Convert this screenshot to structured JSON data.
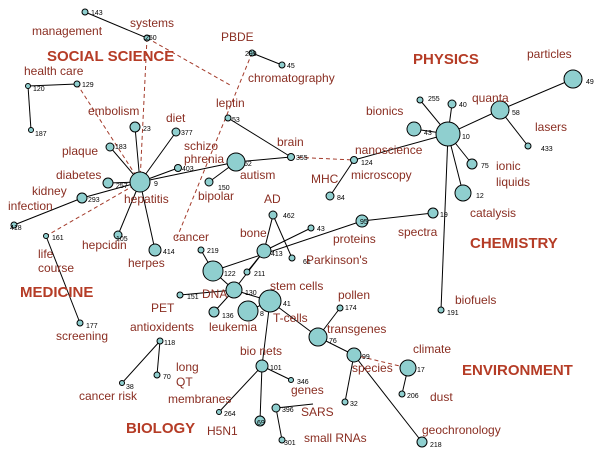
{
  "categories": {
    "social_science": "SOCIAL SCIENCE",
    "physics": "PHYSICS",
    "chemistry": "CHEMISTRY",
    "medicine": "MEDICINE",
    "environment": "ENVIRONMENT",
    "biology": "BIOLOGY"
  },
  "terms": {
    "management": "management",
    "systems": "systems",
    "pbde": "PBDE",
    "chromatography": "chromatography",
    "health_care": "health care",
    "embolism": "embolism",
    "diet": "diet",
    "leptin": "leptin",
    "brain": "brain",
    "schizo": "schizo",
    "phrenia": "phrenia",
    "autism": "autism",
    "bipolar": "bipolar",
    "plaque": "plaque",
    "diabetes": "diabetes",
    "kidney": "kidney",
    "infection": "infection",
    "hepatitis": "hepatitis",
    "hepcidin": "hepcidin",
    "herpes": "herpes",
    "life": "life",
    "course": "course",
    "mhc": "MHC",
    "microscopy": "microscopy",
    "nanoscience": "nanoscience",
    "bionics": "bionics",
    "quanta": "quanta",
    "particles": "particles",
    "lasers": "lasers",
    "ionic": "ionic",
    "liquids": "liquids",
    "catalysis": "catalysis",
    "spectra": "spectra",
    "proteins": "proteins",
    "ad": "AD",
    "bone": "bone",
    "cancer": "cancer",
    "parkinsons": "Parkinson's",
    "pet": "PET",
    "dna": "DNA",
    "stem_cells": "stem cells",
    "t_cells": "T-cells",
    "leukemia": "leukemia",
    "antioxidents": "antioxidents",
    "screening": "screening",
    "pollen": "pollen",
    "transgenes": "transgenes",
    "climate": "climate",
    "species": "species",
    "dust": "dust",
    "biofuels": "biofuels",
    "long": "long",
    "qt": "QT",
    "bio_nets": "bio nets",
    "genes": "genes",
    "membranes": "membranes",
    "sars": "SARS",
    "h5n1": "H5N1",
    "small_rnas": "small RNAs",
    "cancer_risk": "cancer risk",
    "geochronology": "geochronology"
  },
  "node_ids": {
    "n143": "143",
    "n250": "250",
    "n299": "299",
    "n45": "45",
    "n120": "120",
    "n129": "129",
    "n187": "187",
    "n23": "23",
    "n377": "377",
    "n53": "53",
    "n355": "355",
    "n62": "62",
    "n150": "150",
    "n403": "403",
    "n183": "183",
    "n257": "257",
    "n9": "9",
    "n293": "293",
    "n418": "418",
    "n105": "105",
    "n414": "414",
    "n161": "161",
    "n177": "177",
    "n124": "124",
    "n84": "84",
    "n255": "255",
    "n40": "40",
    "n43a": "43",
    "n10": "10",
    "n58": "58",
    "n49": "49",
    "n433": "433",
    "n75": "75",
    "n12": "12",
    "n191": "191",
    "n19": "19",
    "n95": "95",
    "n462": "462",
    "n43b": "43",
    "n413": "413",
    "n61": "61",
    "n219": "219",
    "n122": "122",
    "n211": "211",
    "n151": "151",
    "n130": "130",
    "n136": "136",
    "n8": "8",
    "n41": "41",
    "n174": "174",
    "n76": "76",
    "n99": "99",
    "n17": "17",
    "n206": "206",
    "n118": "118",
    "n70": "70",
    "n38": "38",
    "n101": "101",
    "n346": "346",
    "n264": "264",
    "n69": "69",
    "n396": "396",
    "n32": "32",
    "n301": "301",
    "n218": "218"
  }
}
